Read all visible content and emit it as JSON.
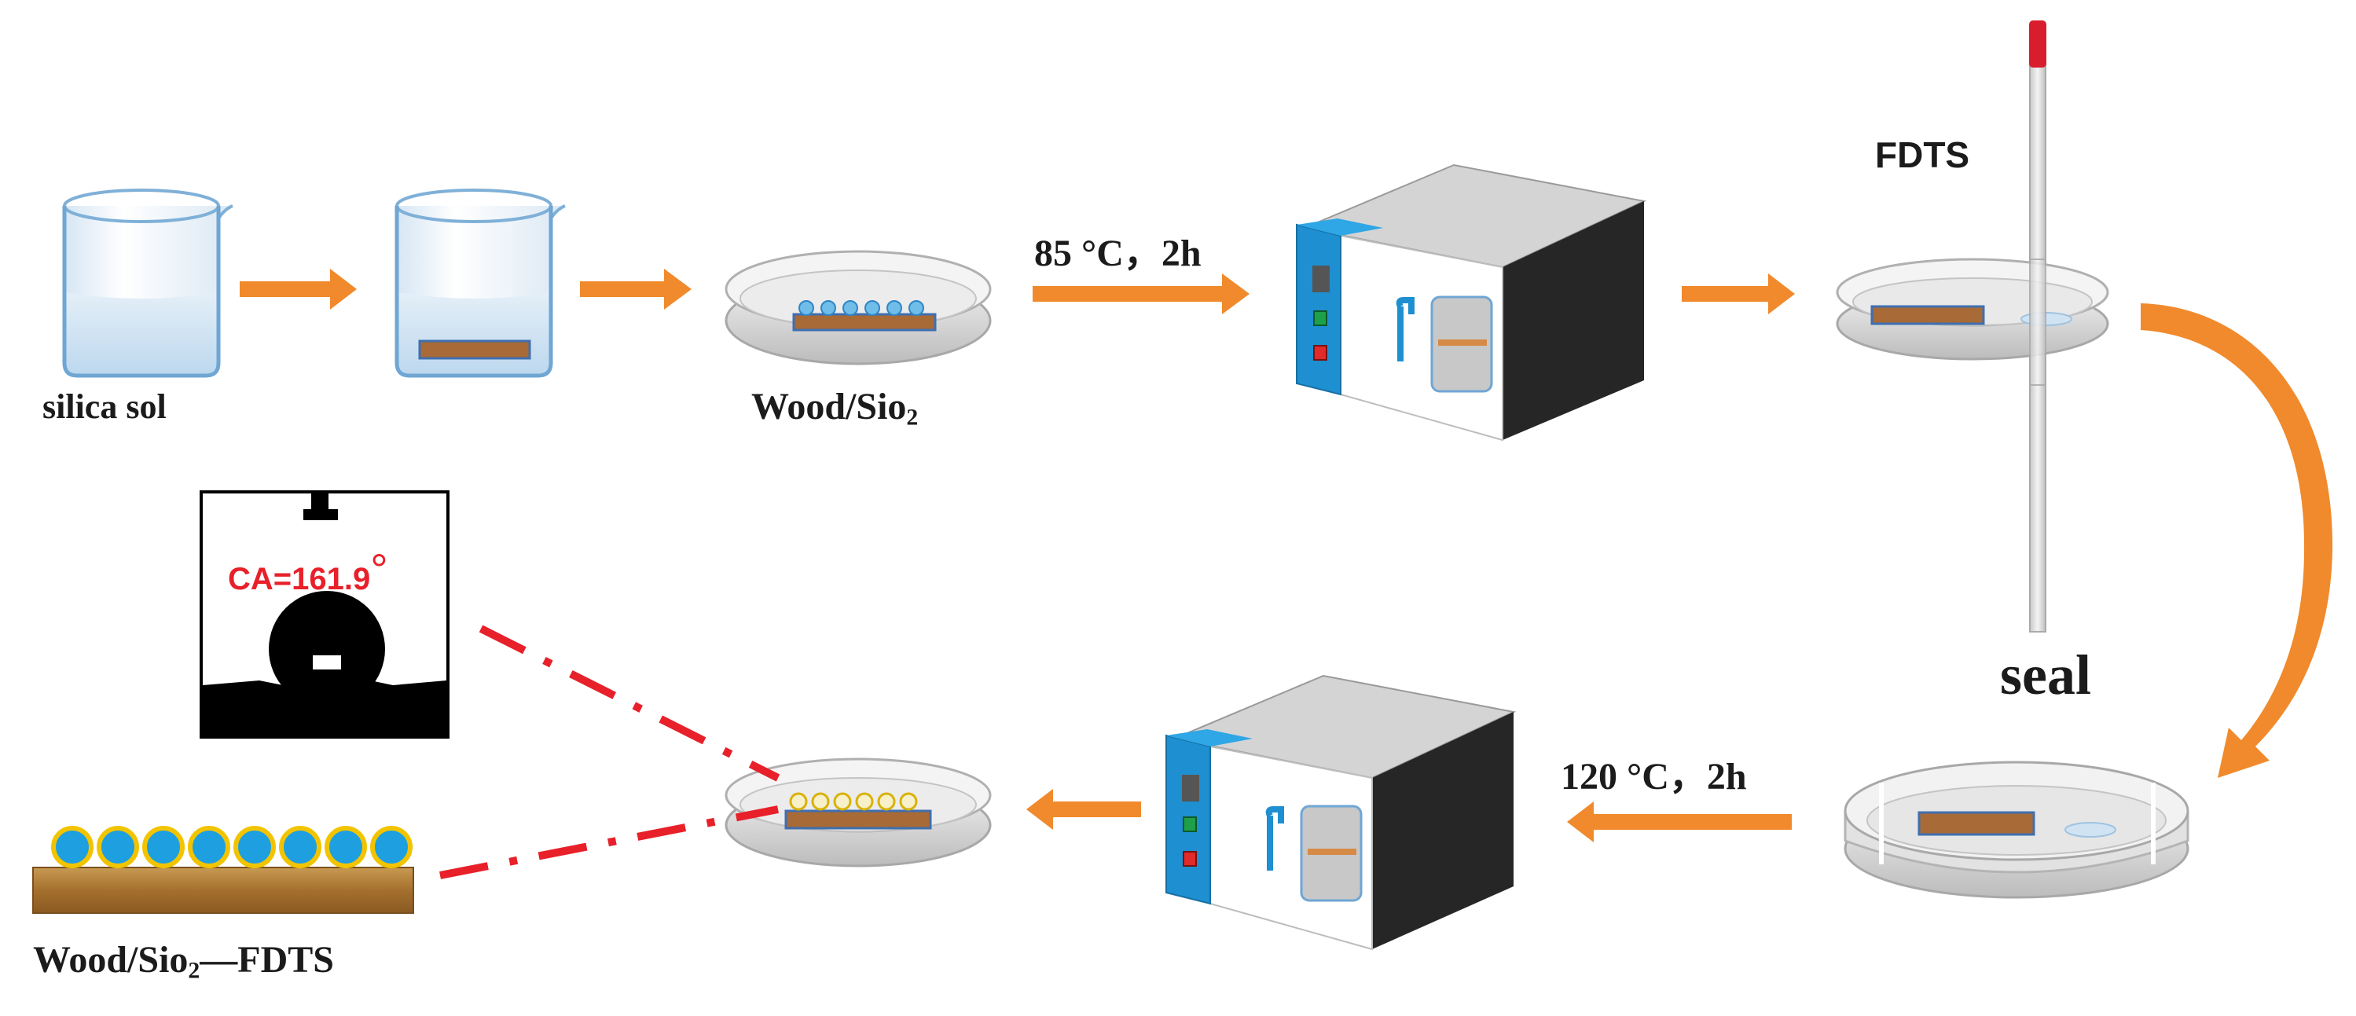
{
  "labels": {
    "silica_sol": "silica sol",
    "wood_sio2_main": "Wood/Sio",
    "wood_sio2_sub": "2",
    "step_85": "85 °C，2h",
    "fdts": "FDTS",
    "seal": "seal",
    "step_120": "120 °C，2h",
    "contact_angle": "CA=161.9",
    "contact_angle_unit": "°",
    "wood_sio2_fdts_main": "Wood/Sio",
    "wood_sio2_fdts_sub": "2",
    "wood_sio2_fdts_suffix": "—FDTS"
  },
  "colors": {
    "arrow": "#f08a2c",
    "liquid": "#cfe3f3",
    "wood": "#b57a45",
    "oven_panel": "#1e8fd0",
    "ca_text": "#e8202a",
    "particle": "#1e9fe0",
    "particle_ring": "#f2c400",
    "leader_line": "#e8202a"
  },
  "icons": [
    "beaker-icon",
    "petri-dish-icon",
    "oven-icon",
    "syringe-needle-icon",
    "droplet-photo-icon",
    "coated-wood-icon"
  ]
}
